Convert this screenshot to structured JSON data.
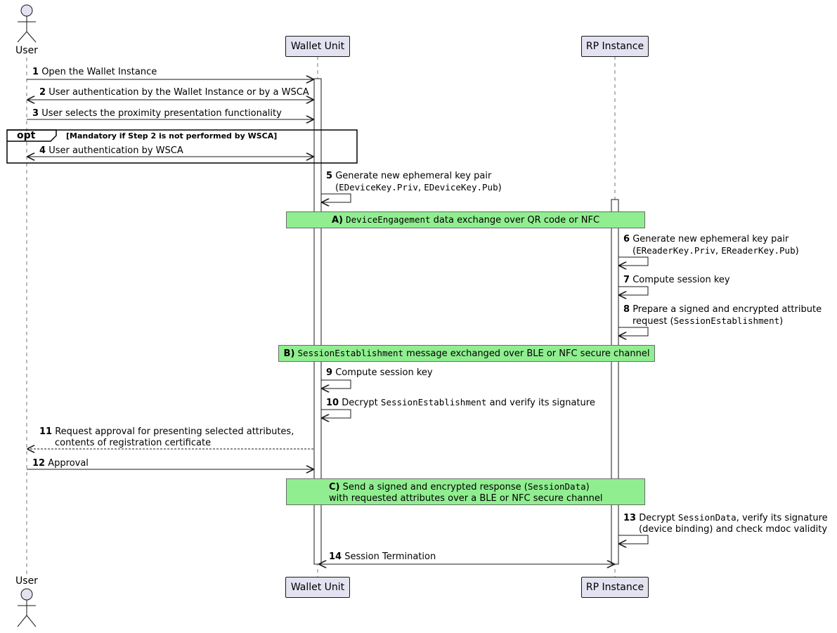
{
  "participants": {
    "user": "User",
    "wallet": "Wallet Unit",
    "rp": "RP Instance"
  },
  "messages": [
    {
      "num": "1",
      "text": "Open the Wallet Instance"
    },
    {
      "num": "2",
      "text": "User authentication by the Wallet Instance or by a WSCA"
    },
    {
      "num": "3",
      "text": "User selects the proximity presentation functionality"
    },
    {
      "num": "4",
      "text": "User authentication by WSCA"
    },
    {
      "num": "5",
      "line1": "Generate new ephemeral key pair",
      "line2_pre": "(",
      "line2_code1": "EDeviceKey.Priv",
      "line2_mid": ", ",
      "line2_code2": "EDeviceKey.Pub",
      "line2_post": ")"
    },
    {
      "num": "6",
      "line1": "Generate new ephemeral key pair",
      "line2_pre": "(",
      "line2_code1": "EReaderKey.Priv",
      "line2_mid": ", ",
      "line2_code2": "EReaderKey.Pub",
      "line2_post": ")"
    },
    {
      "num": "7",
      "text": "Compute session key"
    },
    {
      "num": "8",
      "line1": "Prepare a signed and encrypted attribute",
      "line2_pre": "request (",
      "line2_code1": "SessionEstablishment",
      "line2_post": ")"
    },
    {
      "num": "9",
      "text": "Compute session key"
    },
    {
      "num": "10",
      "pre": "Decrypt ",
      "code": "SessionEstablishment",
      "post": " and verify its signature"
    },
    {
      "num": "11",
      "line1": "Request approval for presenting selected attributes,",
      "line2": "contents of registration certificate"
    },
    {
      "num": "12",
      "text": "Approval"
    },
    {
      "num": "13",
      "line1_pre": "Decrypt ",
      "line1_code": "SessionData",
      "line1_post": ", verify its signature",
      "line2": "(device binding) and check mdoc validity"
    },
    {
      "num": "14",
      "text": "Session Termination"
    }
  ],
  "opt": {
    "label": "opt",
    "condition": "[Mandatory if Step 2 is not performed by WSCA]"
  },
  "notes": {
    "a": {
      "tag": "A)",
      "code": "DeviceEngagement",
      "text": " data exchange over QR code or NFC"
    },
    "b": {
      "tag": "B)",
      "code": "SessionEstablishment",
      "text": " message exchanged over BLE or NFC secure channel"
    },
    "c": {
      "tag": "C)",
      "line1_pre": " Send a signed and encrypted response (",
      "line1_code": "SessionData",
      "line1_post": ")",
      "line2": "with requested attributes over a BLE or NFC secure channel"
    }
  },
  "colors": {
    "participant_fill": "#e2e2f0",
    "note_fill": "#90ee90",
    "line": "#181818"
  }
}
